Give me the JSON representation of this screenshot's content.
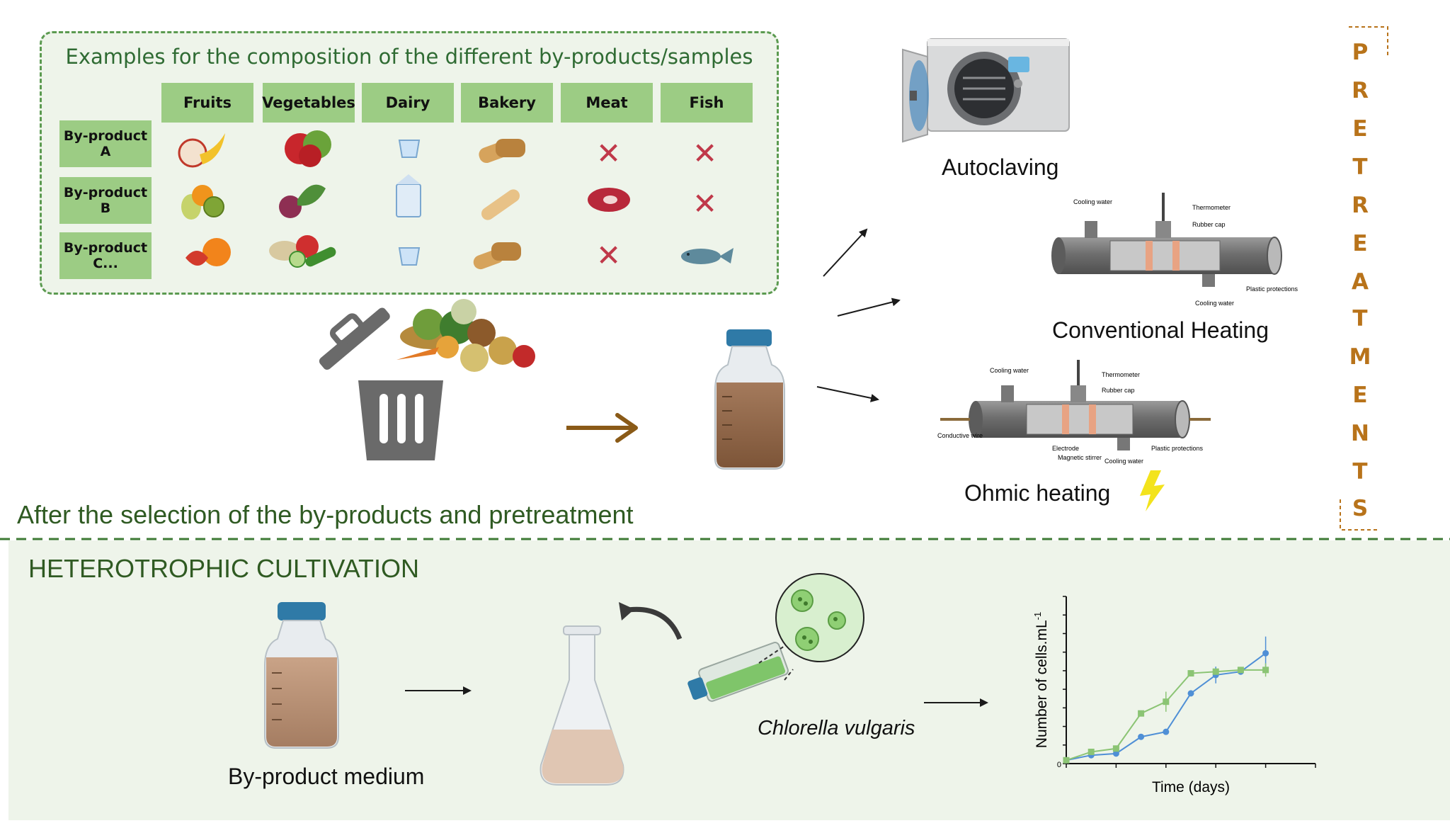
{
  "composition": {
    "title": "Examples for the composition of the different by-products/samples",
    "columns": [
      "Fruits",
      "Vegetables",
      "Dairy",
      "Bakery",
      "Meat",
      "Fish"
    ],
    "rows": [
      {
        "label_line1": "By-product",
        "label_line2": "A",
        "cells": [
          "fruit-icon",
          "vegetable-icon",
          "yogurt-icon",
          "bread-icon",
          "absent",
          "absent"
        ]
      },
      {
        "label_line1": "By-product",
        "label_line2": "B",
        "cells": [
          "fruit-icon",
          "vegetable-icon",
          "milk-icon",
          "baguette-icon",
          "meat-icon",
          "absent"
        ]
      },
      {
        "label_line1": "By-product",
        "label_line2": "C...",
        "cells": [
          "fruit-icon",
          "vegetable-icon",
          "yogurt-icon",
          "bread-icon",
          "absent",
          "fish-icon"
        ]
      }
    ],
    "absent_symbol": "✕"
  },
  "pretreatments": {
    "vertical_label_letters": [
      "P",
      "R",
      "E",
      "T",
      "R",
      "E",
      "A",
      "T",
      "M",
      "E",
      "N",
      "T",
      "S"
    ],
    "autoclaving": {
      "label": "Autoclaving"
    },
    "conventional": {
      "label": "Conventional Heating",
      "annotations": [
        "Cooling water",
        "Thermometer",
        "Rubber cap",
        "Cooling water",
        "Plastic protections"
      ]
    },
    "ohmic": {
      "label": "Ohmic heating",
      "annotations": [
        "Cooling water",
        "Thermometer",
        "Rubber cap",
        "Conductive wire",
        "Electrode",
        "Magnetic stirrer",
        "Cooling water",
        "Plastic protections"
      ]
    }
  },
  "selection_caption": "After the selection of the by-products and pretreatment",
  "cultivation": {
    "title": "HETEROTROPHIC CULTIVATION",
    "medium_label": "By-product medium",
    "organism_label": "Chlorella vulgaris"
  },
  "colors": {
    "accent_green": "#5b9a50",
    "panel_bg": "#eef4ea",
    "header_green": "#9ccc84",
    "absent_red": "#c0394a",
    "pretreat_orange": "#b8731a",
    "series_green": "#8bc474",
    "series_blue": "#4f8fd6"
  },
  "chart_data": {
    "type": "line",
    "xlabel": "Time (days)",
    "ylabel": "Number of cells.mL",
    "ylabel_superscript": "-1",
    "y_tick_labels": [
      "0"
    ],
    "series": [
      {
        "color": "#4f8fd6",
        "marker": "circle",
        "x": [
          0,
          1,
          2,
          3,
          4,
          5,
          6,
          7,
          8
        ],
        "y": [
          0.02,
          0.05,
          0.06,
          0.16,
          0.19,
          0.42,
          0.53,
          0.55,
          0.66
        ],
        "err": [
          0,
          0,
          0,
          0,
          0,
          0,
          0.05,
          0,
          0.1
        ]
      },
      {
        "color": "#8bc474",
        "marker": "square",
        "x": [
          0,
          1,
          2,
          3,
          4,
          5,
          6,
          7,
          8
        ],
        "y": [
          0.02,
          0.07,
          0.09,
          0.3,
          0.37,
          0.54,
          0.55,
          0.56,
          0.56
        ],
        "err": [
          0,
          0,
          0,
          0,
          0.06,
          0,
          0,
          0,
          0.04
        ]
      }
    ],
    "xlim": [
      0,
      10
    ],
    "ylim": [
      0,
      1
    ],
    "grid": false,
    "legend": "none"
  }
}
